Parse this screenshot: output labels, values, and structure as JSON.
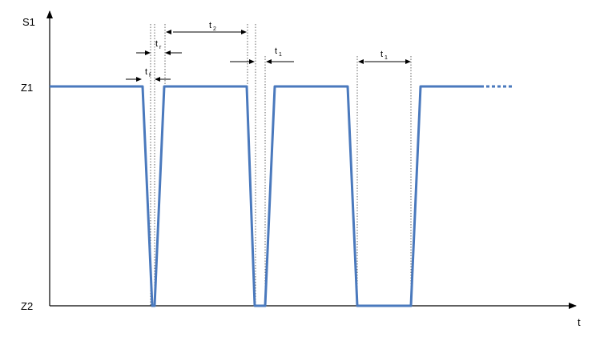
{
  "axes": {
    "y_label": "S1",
    "x_label": "t",
    "level_high": "Z1",
    "level_low": "Z2"
  },
  "annotations": {
    "tr": {
      "base": "t",
      "sub": "r"
    },
    "tf": {
      "base": "t",
      "sub": "f"
    },
    "t2": {
      "base": "t",
      "sub": "2"
    },
    "t1_a": {
      "base": "t",
      "sub": "1"
    },
    "t1_b": {
      "base": "t",
      "sub": "1"
    }
  },
  "colors": {
    "signal": "#4A79BD",
    "axis": "#000000",
    "guide": "#555555"
  },
  "chart_data": {
    "type": "line",
    "levels": [
      "Z1",
      "Z2"
    ],
    "pulses": [
      {
        "shape": "spike",
        "annotations": [
          "tr",
          "tf"
        ]
      },
      {
        "shape": "short pulse",
        "annotations": [
          "t2",
          "t1"
        ]
      },
      {
        "shape": "long pulse",
        "annotations": [
          "t1"
        ]
      }
    ],
    "continuation": "dotted"
  }
}
